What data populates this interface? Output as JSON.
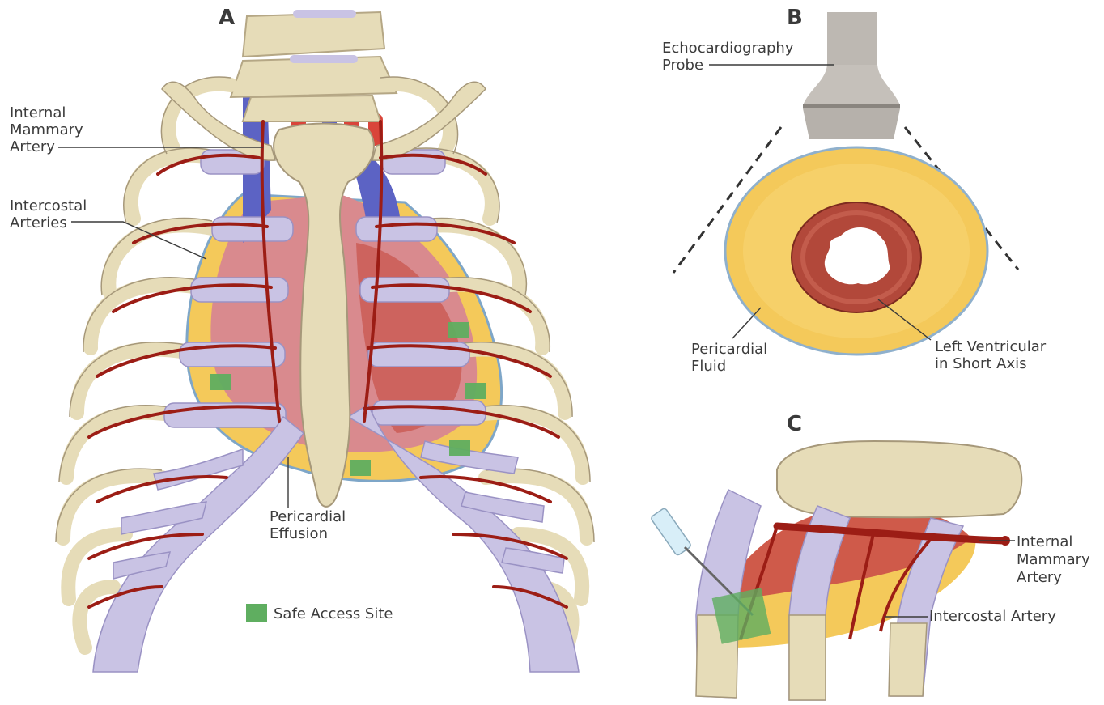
{
  "panels": {
    "a": {
      "letter": "A"
    },
    "b": {
      "letter": "B"
    },
    "c": {
      "letter": "C"
    }
  },
  "labels": {
    "internal_mammary_artery_a": [
      "Internal",
      "Mammary",
      "Artery"
    ],
    "intercostal_arteries": [
      "Intercostal",
      "Arteries"
    ],
    "pericardial_effusion": [
      "Pericardial",
      "Effusion"
    ],
    "echocardiography_probe": [
      "Echocardiography",
      "Probe"
    ],
    "pericardial_fluid": [
      "Pericardial",
      "Fluid"
    ],
    "left_ventricular": [
      "Left Ventricular",
      "in Short Axis"
    ],
    "internal_mammary_artery_c": [
      "Internal",
      "Mammary",
      "Artery"
    ],
    "intercostal_artery": "Intercostal Artery"
  },
  "legend": {
    "safe_access_site": "Safe Access Site"
  },
  "colors": {
    "bone": "#e6dcb8",
    "cartilage": "#c9c3e4",
    "artery": "#9c1d15",
    "vein": "#5c63c4",
    "effusion": "#f4c95a",
    "myocardium": "#b2483a",
    "safe_site": "#5fae60",
    "probe": "#bdb8b2"
  }
}
